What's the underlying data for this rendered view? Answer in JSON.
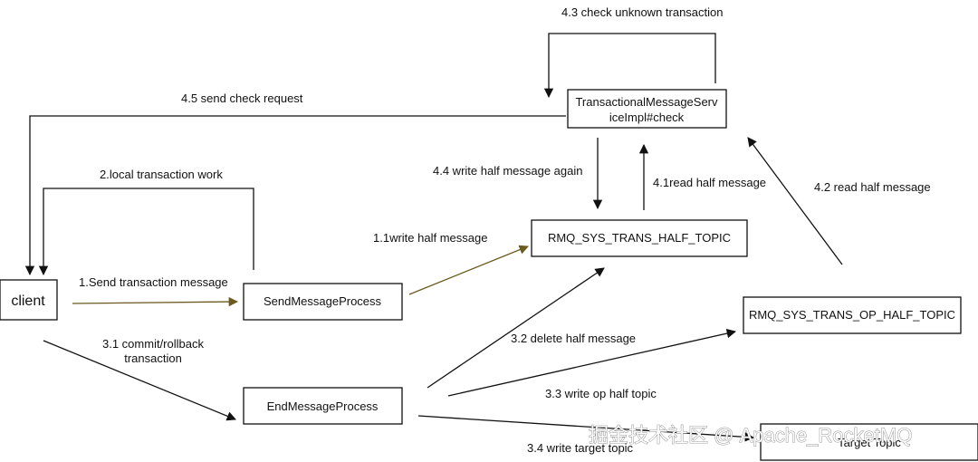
{
  "nodes": {
    "client": "client",
    "send_process": "SendMessageProcess",
    "end_process": "EndMessageProcess",
    "half_topic": "RMQ_SYS_TRANS_HALF_TOPIC",
    "op_half_topic": "RMQ_SYS_TRANS_OP_HALF_TOPIC",
    "check_service_line1": "TransactionalMessageServ",
    "check_service_line2": "iceImpl#check",
    "target_topic": "Target Topic"
  },
  "edges": {
    "e1_send": "1.Send transaction message",
    "e1_1_write_half": "1.1write half message",
    "e2_local_work": "2.local transaction work",
    "e3_1_line1": "3.1 commit/rollback",
    "e3_1_line2": "transaction",
    "e3_2_delete_half": "3.2 delete half message",
    "e3_3_write_op": "3.3 write op half topic",
    "e3_4_write_target": "3.4 write target topic",
    "e4_1_read_half": "4.1read half message",
    "e4_2_read_half": "4.2 read half message",
    "e4_3_check_unknown": "4.3 check unknown transaction",
    "e4_4_write_again": "4.4 write half message again",
    "e4_5_send_check": "4.5 send check request"
  },
  "watermark": "掘金技术社区 @ Apache_RocketMQ",
  "colors": {
    "line": "#111111",
    "accent_arrow": "#6b5a1e",
    "box_border": "#111111"
  }
}
